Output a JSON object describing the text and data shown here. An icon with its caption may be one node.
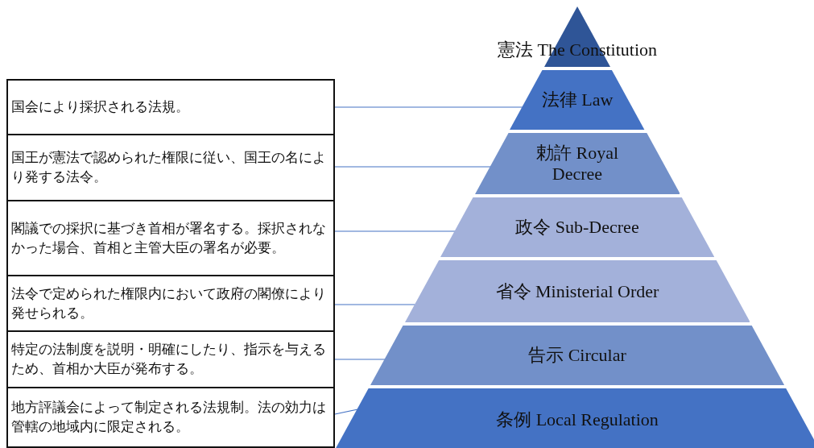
{
  "diagram": {
    "nodes": [
      {
        "text": [
          "憲法 The Constitution"
        ]
      },
      {
        "text": [
          "法律 Law"
        ]
      },
      {
        "text": [
          "勅許 Royal Decree"
        ]
      },
      {
        "text": [
          "政令 Sub-Decree"
        ]
      },
      {
        "text": [
          "省令 Ministerial Order"
        ]
      },
      {
        "text": [
          "告示 Circular"
        ]
      },
      {
        "text": [
          "条例 Local Regulation"
        ]
      },
      {
        "text": [
          "国会により採択される法規。"
        ]
      },
      {
        "text": [
          "国王が憲法で認められた権限に従い、国王の名により発する法令。"
        ]
      },
      {
        "text": [
          "閣議での採択に基づき首相が署名する。採択されなかった場合、首相と主管大臣の署名が必要。"
        ]
      },
      {
        "text": [
          "法令で定められた権限内において政府の閣僚により発せられる。"
        ]
      },
      {
        "text": [
          "特定の法制度を説明・明確にしたり、指示を与えるため、首相か大臣が発布する。"
        ]
      },
      {
        "text": [
          "地方評議会によって制定される法規制。法の効力は管轄の地域内に限定される。"
        ]
      }
    ],
    "edges": [
      {
        "from": 7,
        "to": 1,
        "arrow": "none"
      },
      {
        "from": 8,
        "to": 2,
        "arrow": "none"
      },
      {
        "from": 9,
        "to": 3,
        "arrow": "none"
      },
      {
        "from": 10,
        "to": 4,
        "arrow": "none"
      },
      {
        "from": 11,
        "to": 5,
        "arrow": "none"
      },
      {
        "from": 12,
        "to": 6,
        "arrow": "none"
      }
    ]
  }
}
